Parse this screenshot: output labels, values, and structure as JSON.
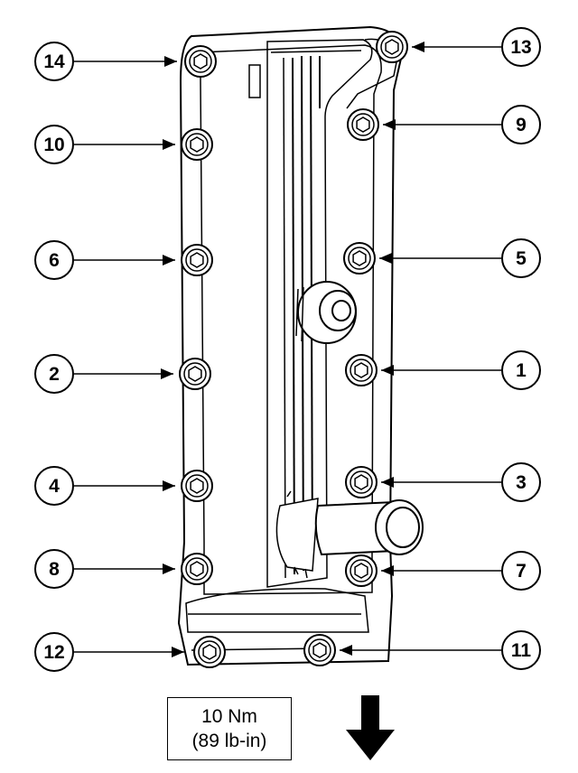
{
  "bolts": [
    {
      "num": "14",
      "side": "left"
    },
    {
      "num": "10",
      "side": "left"
    },
    {
      "num": "6",
      "side": "left"
    },
    {
      "num": "2",
      "side": "left"
    },
    {
      "num": "4",
      "side": "left"
    },
    {
      "num": "8",
      "side": "left"
    },
    {
      "num": "12",
      "side": "left"
    },
    {
      "num": "13",
      "side": "right"
    },
    {
      "num": "9",
      "side": "right"
    },
    {
      "num": "5",
      "side": "right"
    },
    {
      "num": "1",
      "side": "right"
    },
    {
      "num": "3",
      "side": "right"
    },
    {
      "num": "7",
      "side": "right"
    },
    {
      "num": "11",
      "side": "right"
    }
  ],
  "torque": {
    "line1": "10 Nm",
    "line2": "(89 lb-in)"
  },
  "arrow_icon": "down-arrow-icon"
}
